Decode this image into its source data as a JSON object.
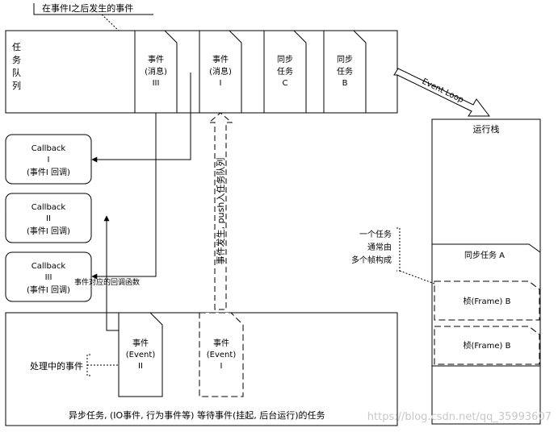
{
  "annotations": {
    "top_note": "在事件I之后发生的事件",
    "queue_label": [
      "任",
      "务",
      "队",
      "列"
    ],
    "callback_note": "事件对应的回调函数",
    "push_note": "事件发生, push入任务队列",
    "processing_note": "处理中的事件",
    "frame_note": [
      "一个任务",
      "通常由",
      "多个帧构成"
    ],
    "bottom_caption": "异步任务, (IO事件, 行为事件等) 等待事件(挂起, 后台运行)的任务",
    "watermark": "https://blog.csdn.net/qq_35993607"
  },
  "task_queue": [
    {
      "lines": [
        "事件",
        "(消息)",
        "III"
      ]
    },
    {
      "lines": [
        "事件",
        "(消息)",
        "I"
      ]
    },
    {
      "lines": [
        "同步",
        "任务",
        "C"
      ]
    },
    {
      "lines": [
        "同步",
        "任务",
        "B"
      ]
    }
  ],
  "callbacks": [
    {
      "lines": [
        "Callback",
        "I",
        "(事件I 回调)"
      ]
    },
    {
      "lines": [
        "Callback",
        "II",
        "(事件I 回调)"
      ]
    },
    {
      "lines": [
        "Callback",
        "III",
        "(事件I 回调)"
      ]
    }
  ],
  "event_loop_label": "Event Loop",
  "call_stack": {
    "title": "运行栈",
    "task_title": "同步任务 A",
    "frames": [
      "桢(Frame) B",
      "桢(Frame) B"
    ]
  },
  "pending_events": [
    {
      "lines": [
        "事件",
        "(Event)",
        "II"
      ],
      "style": "solid"
    },
    {
      "lines": [
        "事件",
        "(Event)",
        "I"
      ],
      "style": "dashed"
    }
  ]
}
